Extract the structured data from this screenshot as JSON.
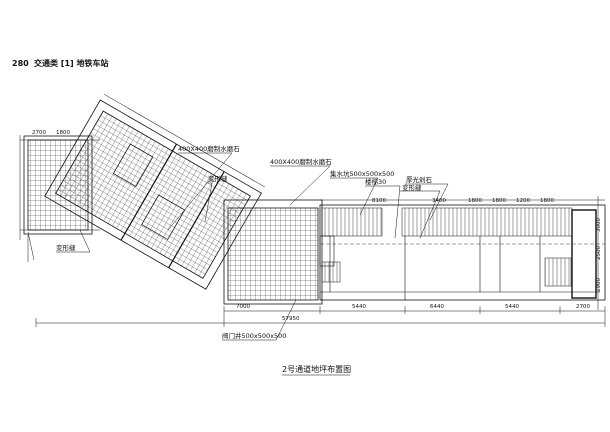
{
  "header": {
    "page_number": "280",
    "section": "交通类 [1] 地铁车站"
  },
  "drawing": {
    "title": "2号通道地坪布置图",
    "labels": {
      "granite_1": "400X400磨制水磨石",
      "deform_joint_top": "变形缝",
      "granite_2": "400X400磨制水磨石",
      "drain_well": "集水坑500x500x500",
      "steps": "楼梯30",
      "granite_3": "厚光剁石",
      "deform_joint_right": "变形缝",
      "deform_joint_left": "变形缝",
      "valve_well": "阀门井500x500x500"
    },
    "dimensions": {
      "total": "57950",
      "seg_7000": "7000",
      "seg_5440a": "5440",
      "seg_6440": "6440",
      "seg_5440b": "5440",
      "seg_2700": "2700",
      "top_8100": "8100",
      "top_3400": "3400",
      "top_1800a": "1800",
      "top_1800b": "1800",
      "top_1200": "1200",
      "top_1800c": "1800",
      "left_2700": "2700",
      "left_1800": "1800",
      "right_3000": "3000",
      "right_2500": "2500",
      "right_1900": "1900"
    }
  }
}
